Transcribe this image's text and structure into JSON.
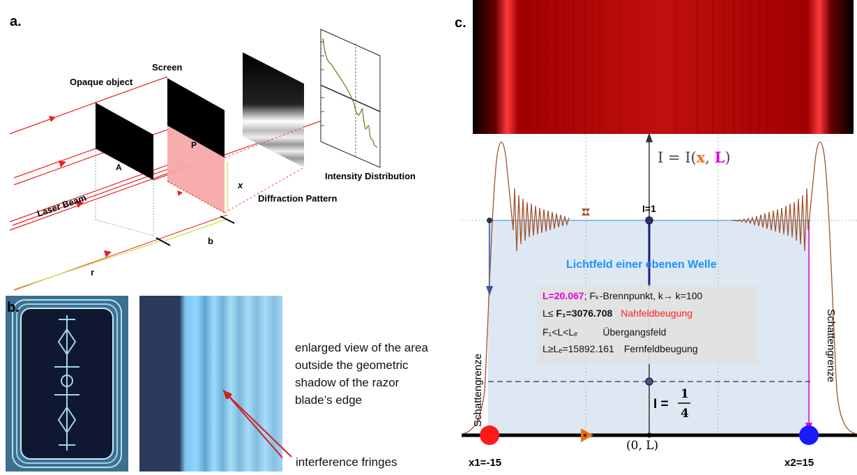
{
  "panels": {
    "a": "a.",
    "b": "b.",
    "c": "c."
  },
  "panel_a": {
    "opaque_object": "Opaque object",
    "screen": "Screen",
    "laser_beam": "Laser Beam",
    "intensity_distribution": "Intensity Distribution",
    "diffraction_pattern": "Diffraction Pattern",
    "point_a": "A",
    "point_p": "P",
    "dim_x": "x",
    "dim_b": "b",
    "dim_r": "r"
  },
  "panel_b": {
    "caption_lines": [
      "enlarged view of the area",
      "outside the geometric",
      "shadow of the razor",
      "blade’s edge"
    ],
    "fringes_label": "interference fringes"
  },
  "panel_c": {
    "formula_lhs": "I = I(",
    "formula_x": "x",
    "formula_sep": ", ",
    "formula_L": "L",
    "formula_rhs": ")",
    "i_one": "I=1",
    "i_quarter_lhs": "I =",
    "i_quarter_num": "1",
    "i_quarter_den": "4",
    "plane_wave": "Lichtfeld einer ebenen Welle",
    "origin": "(0, L)",
    "x1": "x1=-15",
    "x2": "x2=15",
    "shadow_left": "Schattengrenze",
    "shadow_right": "Schattengrenze",
    "info": {
      "l_value": "L=20.067",
      "l_rest": "; Fₖ-Brennpunkt, k→    k=100",
      "row2_a": "L≤ ",
      "row2_b": "F₁=3076.708",
      "row2_c": "Nahfeldbeugung",
      "row3_a": "F₁<L<Lₑ",
      "row3_b": "Übergangsfeld",
      "row4_a": "L≥Lₑ=15892.161",
      "row4_b": "Fernfeldbeugung"
    }
  },
  "colors": {
    "laser": "#e8211f",
    "screen_pink": "#f7a9a9",
    "fringe_red": "#c0100e",
    "curve": "#a0522d",
    "field_blue": "#dde8f3",
    "text_blue": "#1e90ff",
    "magenta": "#e000e0",
    "point_red": "#ff1a1a",
    "point_blue": "#1a1aff",
    "orange": "#f07010"
  }
}
